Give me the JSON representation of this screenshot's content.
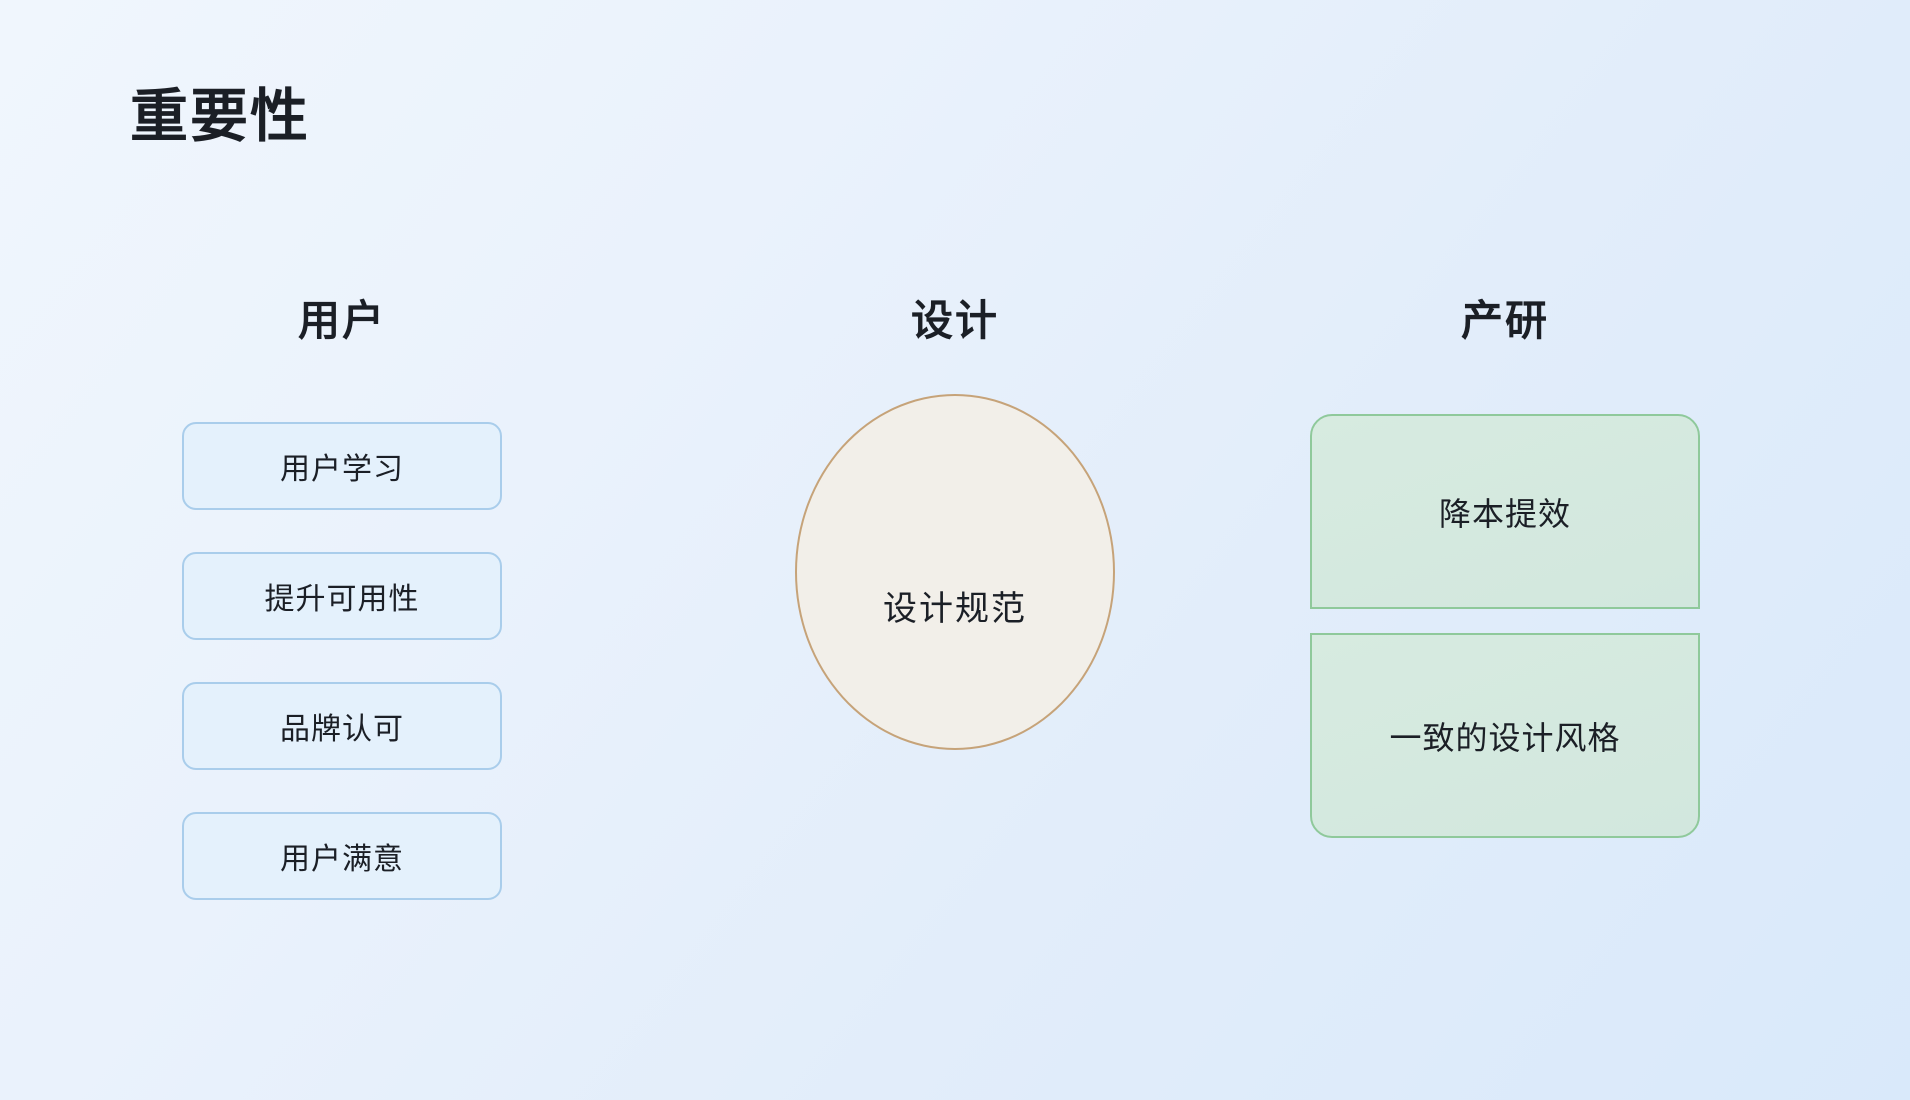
{
  "slide": {
    "title": "重要性",
    "background_from": "#EFF5FD",
    "background_to": "#DAEAFA",
    "title_color": "#1B1F26"
  },
  "columns": [
    {
      "id": "user",
      "header": "用户",
      "accent_fill": "#E4F1FC",
      "accent_border": "#A9CDEB",
      "cards": [
        {
          "label": "用户学习"
        },
        {
          "label": "提升可用性"
        },
        {
          "label": "品牌认可"
        },
        {
          "label": "用户满意"
        }
      ]
    },
    {
      "id": "design",
      "header": "设计",
      "accent_fill": "#F2EFE9",
      "accent_border": "#C6A379",
      "circle": {
        "label": "设计规范"
      }
    },
    {
      "id": "rnd",
      "header": "产研",
      "accent_fill": "#D5E9DE",
      "accent_border": "#8FC99B",
      "cards": [
        {
          "label": "降本提效"
        },
        {
          "label": "一致的设计风格"
        }
      ]
    }
  ]
}
